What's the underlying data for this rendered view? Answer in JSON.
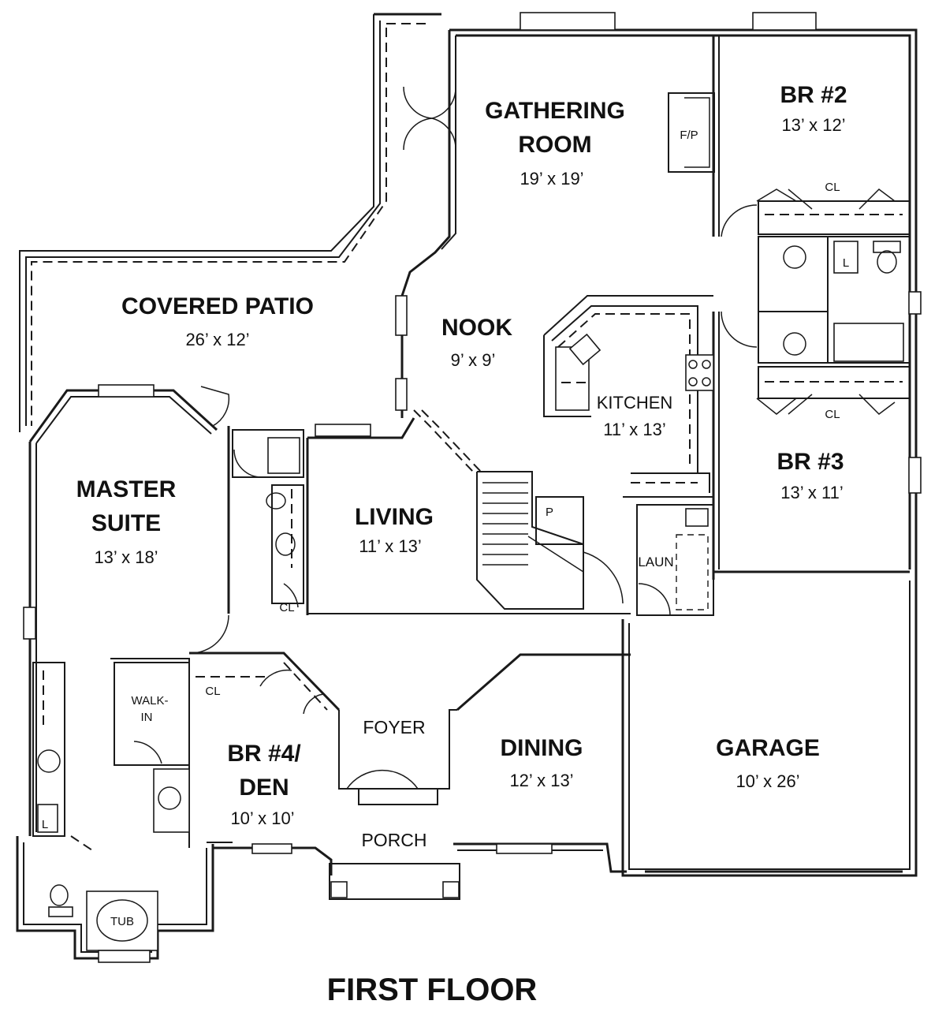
{
  "plan": {
    "title": "FIRST FLOOR",
    "rooms": {
      "gathering_room": {
        "name_line1": "GATHERING",
        "name_line2": "ROOM",
        "dims": "19’ x 19’"
      },
      "br2": {
        "name": "BR #2",
        "dims": "13’ x 12’"
      },
      "covered_patio": {
        "name": "COVERED PATIO",
        "dims": "26’ x 12’"
      },
      "nook": {
        "name": "NOOK",
        "dims": "9’ x 9’"
      },
      "kitchen": {
        "name": "KITCHEN",
        "dims": "11’ x 13’"
      },
      "br3": {
        "name": "BR #3",
        "dims": "13’ x 11’"
      },
      "master_suite": {
        "name_line1": "MASTER",
        "name_line2": "SUITE",
        "dims": "13’ x 18’"
      },
      "living": {
        "name": "LIVING",
        "dims": "11’ x 13’"
      },
      "br4": {
        "name_line1": "BR #4/",
        "name_line2": "DEN",
        "dims": "10’ x 10’"
      },
      "foyer": {
        "name": "FOYER"
      },
      "dining": {
        "name": "DINING",
        "dims": "12’ x 13’"
      },
      "garage": {
        "name": "GARAGE",
        "dims": "10’ x 26’"
      },
      "porch": {
        "name": "PORCH"
      }
    },
    "fixtures": {
      "fireplace": "F/P",
      "closet": "CL",
      "linen": "L",
      "pantry": "P",
      "laundry": "LAUN",
      "walk_in_line1": "WALK-",
      "walk_in_line2": "IN",
      "tub": "TUB"
    }
  }
}
